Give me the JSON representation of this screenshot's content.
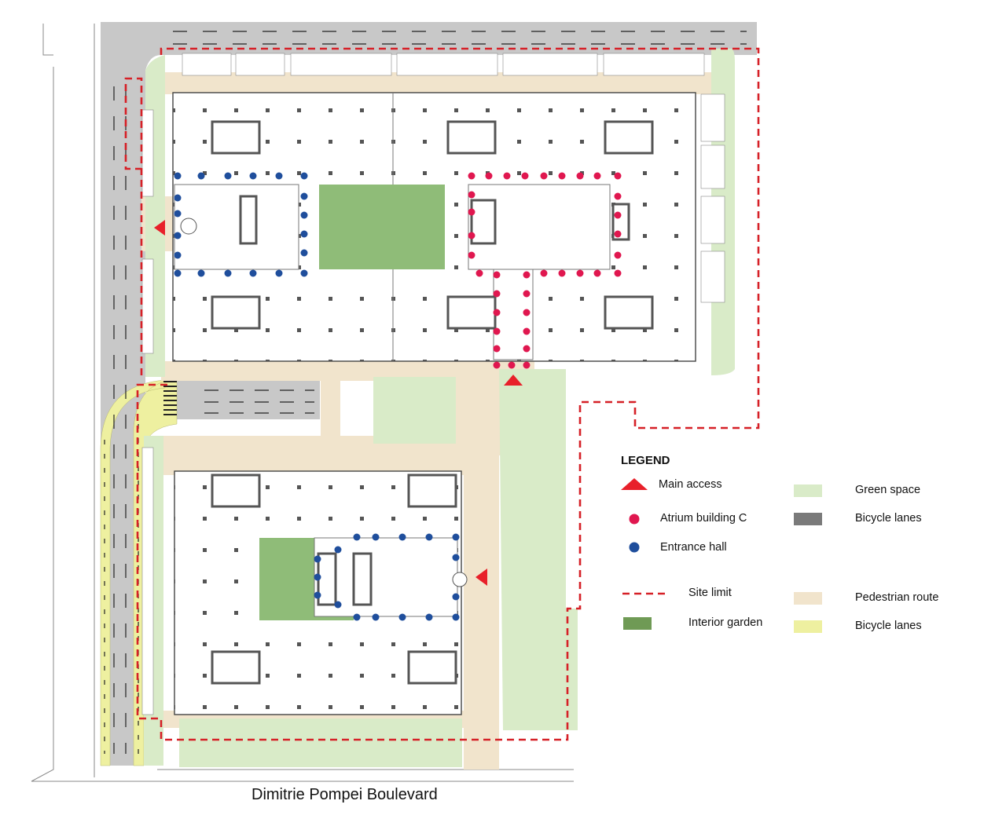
{
  "street_label": "Dimitrie Pompei Boulevard",
  "legend": {
    "title": "LEGEND",
    "items": [
      {
        "label": "Main access",
        "color": "#e8202a",
        "marker": "triangle"
      },
      {
        "label": "Atrium building C",
        "color": "#e0174f",
        "marker": "dot"
      },
      {
        "label": "Entrance hall",
        "color": "#1f4e9c",
        "marker": "dot"
      },
      {
        "label": "Site limit",
        "color": "#d62027",
        "marker": "dashed-line"
      },
      {
        "label": "Interior garden",
        "color": "#6f9a55",
        "marker": "swatch"
      },
      {
        "label": "Green space",
        "color": "#d9ebc8",
        "marker": "swatch"
      },
      {
        "label": "Bicycle lanes",
        "color": "#7a7a7a",
        "marker": "swatch"
      },
      {
        "label": "Pedestrian route",
        "color": "#f1e4cc",
        "marker": "swatch"
      },
      {
        "label": "Bicycle lanes",
        "color": "#eef0a0",
        "marker": "swatch"
      }
    ]
  },
  "colors": {
    "road": "#c8c8c8",
    "pedestrian": "#f1e4cc",
    "green_space": "#d9ebc8",
    "garden": "#8fbc78",
    "bicycle": "#eef0a0",
    "wall": "#6a6a6a",
    "site_limit": "#d62027",
    "atrium_dot": "#e0174f",
    "entrance_dot": "#1f4e9c",
    "access": "#e8202a"
  }
}
